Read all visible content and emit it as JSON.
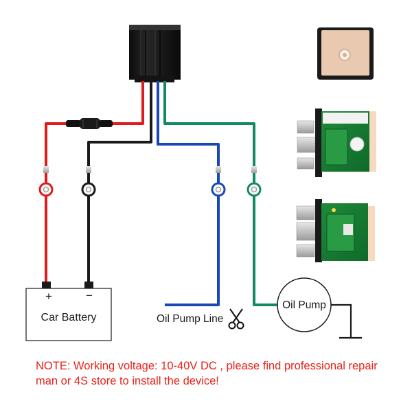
{
  "diagram": {
    "battery": {
      "label": "Car Battery",
      "positive": "+",
      "negative": "−"
    },
    "oil_pump_line": {
      "label": "Oil Pump Line"
    },
    "oil_pump": {
      "label": "Oil Pump"
    },
    "wire_colors": {
      "power": "#e01b1b",
      "ground": "#1a1a1a",
      "pump_line": "#1848b8",
      "pump": "#138a5e"
    },
    "icons": [
      "relay-icon",
      "gps-module-icon",
      "relay-board-icon",
      "scissors-icon",
      "fuse-icon",
      "ring-terminal-icon",
      "ground-symbol-icon"
    ]
  },
  "note": {
    "text": "NOTE: Working voltage: 10-40V DC , please find professional repair man or 4S store to install the device!"
  }
}
